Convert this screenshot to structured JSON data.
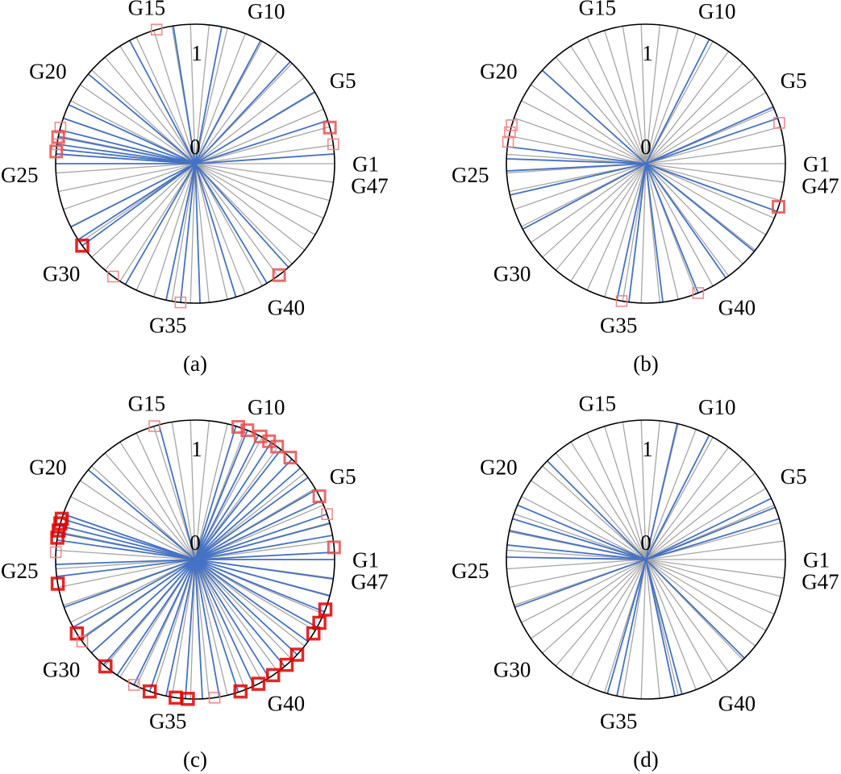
{
  "colors": {
    "circle": "#000000",
    "spoke_gray": "#a6a6a6",
    "spoke_blue": "#4472c4",
    "marker_light": "#f08080",
    "marker_mid": "#e85050",
    "marker_strong": "#e00000"
  },
  "chart_data": [
    {
      "type": "radial",
      "panel_label": "(a)",
      "r_ticks": [
        "0",
        "1"
      ],
      "rlim": [
        0,
        1
      ],
      "generators": 47,
      "generator_labels": [
        {
          "gen": 1,
          "text": "G1"
        },
        {
          "gen": 5,
          "text": "G5"
        },
        {
          "gen": 10,
          "text": "G10"
        },
        {
          "gen": 15,
          "text": "G15"
        },
        {
          "gen": 20,
          "text": "G20"
        },
        {
          "gen": 25,
          "text": "G25"
        },
        {
          "gen": 30,
          "text": "G30"
        },
        {
          "gen": 35,
          "text": "G35"
        },
        {
          "gen": 40,
          "text": "G40"
        },
        {
          "gen": 47,
          "text": "G47"
        }
      ],
      "blue_angles": [
        4,
        18,
        31,
        47,
        62,
        79,
        99,
        118,
        140,
        155,
        161,
        166,
        169,
        172,
        174,
        176,
        180,
        207,
        213,
        216,
        240,
        258,
        264,
        272,
        287,
        301,
        312
      ],
      "markers": [
        {
          "angle": 8,
          "weight": "light"
        },
        {
          "angle": 15,
          "weight": "mid"
        },
        {
          "angle": 106,
          "weight": "light"
        },
        {
          "angle": 165,
          "weight": "light"
        },
        {
          "angle": 169,
          "weight": "mid"
        },
        {
          "angle": 172,
          "weight": "light"
        },
        {
          "angle": 175,
          "weight": "mid"
        },
        {
          "angle": 216,
          "weight": "strong"
        },
        {
          "angle": 234,
          "weight": "light"
        },
        {
          "angle": 264,
          "weight": "light"
        },
        {
          "angle": 307,
          "weight": "mid"
        }
      ]
    },
    {
      "type": "radial",
      "panel_label": "(b)",
      "r_ticks": [
        "0",
        "1"
      ],
      "rlim": [
        0,
        1
      ],
      "generators": 47,
      "generator_labels": [
        {
          "gen": 1,
          "text": "G1"
        },
        {
          "gen": 5,
          "text": "G5"
        },
        {
          "gen": 10,
          "text": "G10"
        },
        {
          "gen": 15,
          "text": "G15"
        },
        {
          "gen": 20,
          "text": "G20"
        },
        {
          "gen": 25,
          "text": "G25"
        },
        {
          "gen": 30,
          "text": "G30"
        },
        {
          "gen": 35,
          "text": "G35"
        },
        {
          "gen": 40,
          "text": "G40"
        },
        {
          "gen": 47,
          "text": "G47"
        }
      ],
      "blue_angles": [
        19,
        24,
        63,
        138,
        173,
        178,
        183,
        193,
        208,
        258,
        263,
        277,
        292,
        305,
        321,
        340
      ],
      "markers": [
        {
          "angle": 17,
          "weight": "light"
        },
        {
          "angle": 164,
          "weight": "light"
        },
        {
          "angle": 167,
          "weight": "light"
        },
        {
          "angle": 171,
          "weight": "light"
        },
        {
          "angle": 260,
          "weight": "light"
        },
        {
          "angle": 292,
          "weight": "light"
        },
        {
          "angle": 342,
          "weight": "mid"
        }
      ]
    },
    {
      "type": "radial",
      "panel_label": "(c)",
      "r_ticks": [
        "0",
        "1"
      ],
      "rlim": [
        0,
        1
      ],
      "generators": 47,
      "generator_labels": [
        {
          "gen": 1,
          "text": "G1"
        },
        {
          "gen": 5,
          "text": "G5"
        },
        {
          "gen": 10,
          "text": "G10"
        },
        {
          "gen": 15,
          "text": "G15"
        },
        {
          "gen": 20,
          "text": "G20"
        },
        {
          "gen": 25,
          "text": "G25"
        },
        {
          "gen": 30,
          "text": "G30"
        },
        {
          "gen": 35,
          "text": "G35"
        },
        {
          "gen": 40,
          "text": "G40"
        },
        {
          "gen": 47,
          "text": "G47"
        }
      ],
      "blue_angles": [
        0,
        3,
        10,
        15,
        19,
        25,
        30,
        36,
        41,
        46,
        52,
        57,
        63,
        68,
        73,
        105,
        140,
        161,
        163,
        166,
        169,
        172,
        182,
        187,
        200,
        209,
        215,
        222,
        229,
        236,
        244,
        251,
        258,
        266,
        273,
        280,
        288,
        295,
        302,
        310,
        317,
        324,
        331,
        338,
        345,
        352
      ],
      "markers": [
        {
          "angle": 5,
          "weight": "mid"
        },
        {
          "angle": 27,
          "weight": "mid"
        },
        {
          "angle": 19,
          "weight": "light"
        },
        {
          "angle": 47,
          "weight": "mid"
        },
        {
          "angle": 54,
          "weight": "mid"
        },
        {
          "angle": 58,
          "weight": "mid"
        },
        {
          "angle": 62,
          "weight": "mid"
        },
        {
          "angle": 68,
          "weight": "mid"
        },
        {
          "angle": 72,
          "weight": "mid"
        },
        {
          "angle": 107,
          "weight": "light"
        },
        {
          "angle": 163,
          "weight": "strong"
        },
        {
          "angle": 165,
          "weight": "strong"
        },
        {
          "angle": 168,
          "weight": "strong"
        },
        {
          "angle": 171,
          "weight": "strong"
        },
        {
          "angle": 177,
          "weight": "light"
        },
        {
          "angle": 190,
          "weight": "strong"
        },
        {
          "angle": 212,
          "weight": "strong"
        },
        {
          "angle": 216,
          "weight": "light"
        },
        {
          "angle": 230,
          "weight": "strong"
        },
        {
          "angle": 244,
          "weight": "light"
        },
        {
          "angle": 251,
          "weight": "strong"
        },
        {
          "angle": 262,
          "weight": "strong"
        },
        {
          "angle": 267,
          "weight": "strong"
        },
        {
          "angle": 278,
          "weight": "light"
        },
        {
          "angle": 289,
          "weight": "strong"
        },
        {
          "angle": 297,
          "weight": "strong"
        },
        {
          "angle": 304,
          "weight": "strong"
        },
        {
          "angle": 311,
          "weight": "strong"
        },
        {
          "angle": 317,
          "weight": "strong"
        },
        {
          "angle": 328,
          "weight": "strong"
        },
        {
          "angle": 333,
          "weight": "strong"
        },
        {
          "angle": 339,
          "weight": "strong"
        }
      ]
    },
    {
      "type": "radial",
      "panel_label": "(d)",
      "r_ticks": [
        "0",
        "1"
      ],
      "rlim": [
        0,
        1
      ],
      "generators": 47,
      "generator_labels": [
        {
          "gen": 1,
          "text": "G1"
        },
        {
          "gen": 5,
          "text": "G5"
        },
        {
          "gen": 10,
          "text": "G10"
        },
        {
          "gen": 15,
          "text": "G15"
        },
        {
          "gen": 20,
          "text": "G20"
        },
        {
          "gen": 25,
          "text": "G25"
        },
        {
          "gen": 30,
          "text": "G30"
        },
        {
          "gen": 35,
          "text": "G35"
        },
        {
          "gen": 40,
          "text": "G40"
        },
        {
          "gen": 47,
          "text": "G47"
        }
      ],
      "blue_angles": [
        17,
        22,
        26,
        63,
        77,
        135,
        157,
        163,
        168,
        174,
        179,
        200,
        254,
        258,
        282,
        285,
        315
      ],
      "markers": []
    }
  ]
}
